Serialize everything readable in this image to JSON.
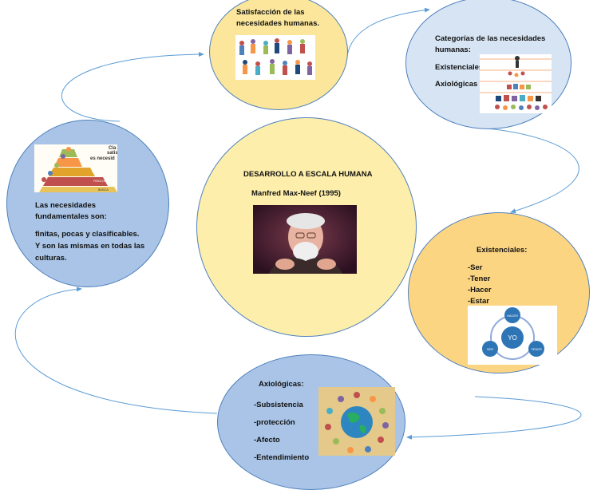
{
  "center": {
    "title": "DESARROLLO A ESCALA HUMANA",
    "author": "Manfred Max-Neef (1995)"
  },
  "satisfaccion": {
    "title_line1": "Satisfacción de las",
    "title_line2": "necesidades humanas."
  },
  "categorias": {
    "title_line1": "Categorías de las necesidades",
    "title_line2": "humanas:",
    "item1": "Existenciales",
    "item2": "Axiológicas"
  },
  "fundamentales": {
    "line1": "Las necesidades",
    "line2": "fundamentales son:",
    "line3": "finitas, pocas y clasificables.",
    "line4": "Y son las mismas en todas las",
    "line5": "culturas.",
    "pyramid_fragment1": "Cla",
    "pyramid_fragment2": "satis",
    "pyramid_fragment3": "es necesid",
    "pyramid_l1": "SEGURIDAD",
    "pyramid_l2": "FISIOLOGICA",
    "pyramid_l3": "BASICA"
  },
  "existenciales": {
    "title": "Existenciales:",
    "items": [
      "-Ser",
      "-Tener",
      "-Hacer",
      "-Estar"
    ],
    "diagram": {
      "center": "YO",
      "top": "HACER",
      "left": "SER",
      "right": "TENER"
    }
  },
  "axiologicas": {
    "title": "Axiológicas:",
    "items": [
      "-Subsistencia",
      "-protección",
      "-Afecto",
      "-Entendimiento"
    ]
  },
  "colors": {
    "yellow": "#fbe69b",
    "blue": "#a9c4e6",
    "light_blue": "#d6e4f3",
    "orange": "#fcd583",
    "arrow": "#5b9bd5"
  }
}
